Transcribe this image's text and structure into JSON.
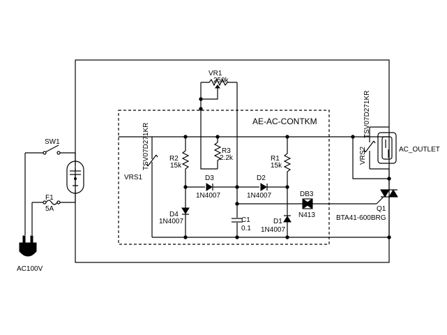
{
  "module_label": "AE-AC-CONTKM",
  "components": {
    "vr1": {
      "ref": "VR1",
      "value": "250k"
    },
    "r1": {
      "ref": "R1",
      "value": "15k"
    },
    "r2": {
      "ref": "R2",
      "value": "15k"
    },
    "r3": {
      "ref": "R3",
      "value": "2.2k"
    },
    "c1": {
      "ref": "C1",
      "value": "0.1"
    },
    "d1": {
      "ref": "D1",
      "value": "1N4007"
    },
    "d2": {
      "ref": "D2",
      "value": "1N4007"
    },
    "d3": {
      "ref": "D3",
      "value": "1N4007"
    },
    "d4": {
      "ref": "D4",
      "value": "1N4007"
    },
    "db3": {
      "ref": "DB3",
      "value": "N413"
    },
    "q1": {
      "ref": "Q1",
      "value": "BTA41-600BRG"
    },
    "vrs1": {
      "ref": "VRS1",
      "value": "TSV07D271KR"
    },
    "vrs2": {
      "ref": "VRS2",
      "value": "TSV07D271KR"
    },
    "sw1": {
      "ref": "SW1"
    },
    "f1": {
      "ref": "F1",
      "value": "5A"
    },
    "plug": {
      "label": "AC100V"
    },
    "outlet": {
      "label": "AC_OUTLET"
    }
  }
}
